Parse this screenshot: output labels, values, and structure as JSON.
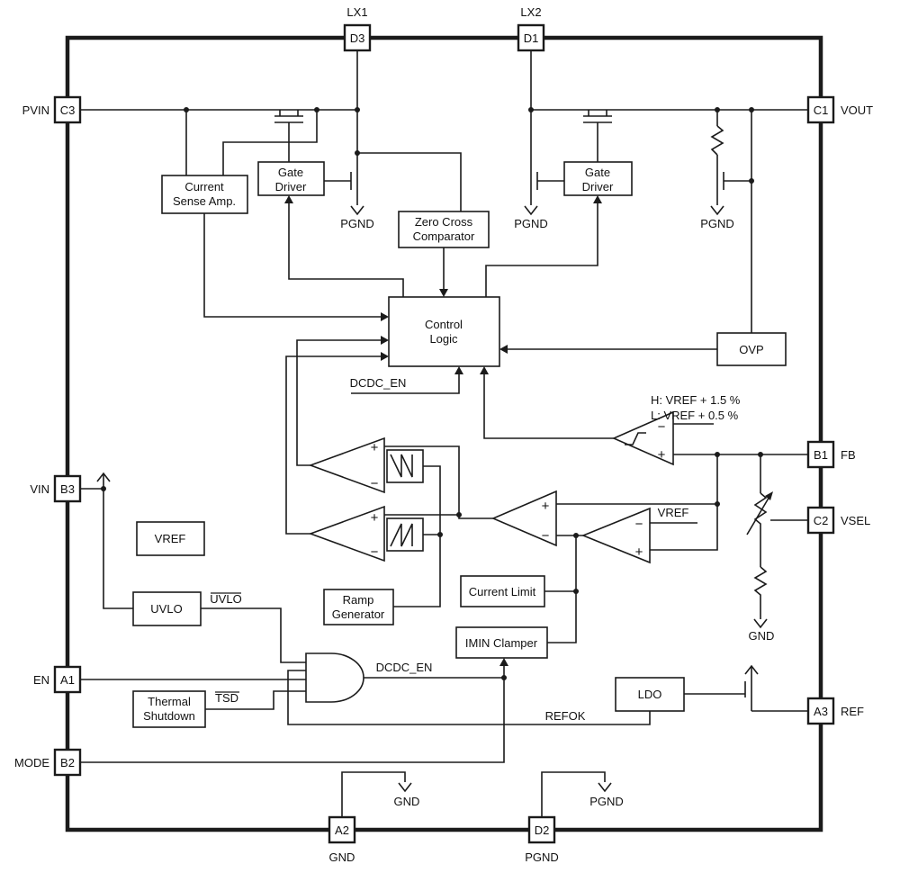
{
  "pins": {
    "d3": {
      "name": "D3",
      "label": "LX1"
    },
    "d1": {
      "name": "D1",
      "label": "LX2"
    },
    "c3": {
      "name": "C3",
      "label": "PVIN"
    },
    "b3": {
      "name": "B3",
      "label": "VIN"
    },
    "a1": {
      "name": "A1",
      "label": "EN"
    },
    "b2": {
      "name": "B2",
      "label": "MODE"
    },
    "c1": {
      "name": "C1",
      "label": "VOUT"
    },
    "b1": {
      "name": "B1",
      "label": "FB"
    },
    "c2": {
      "name": "C2",
      "label": "VSEL"
    },
    "a3": {
      "name": "A3",
      "label": "REF"
    },
    "a2": {
      "name": "A2",
      "label": "GND"
    },
    "d2": {
      "name": "D2",
      "label": "PGND"
    }
  },
  "blocks": {
    "csa": {
      "l1": "Current",
      "l2": "Sense Amp."
    },
    "gd1": {
      "l1": "Gate",
      "l2": "Driver"
    },
    "zcc": {
      "l1": "Zero Cross",
      "l2": "Comparator"
    },
    "gd2": {
      "l1": "Gate",
      "l2": "Driver"
    },
    "cl": {
      "l1": "Control",
      "l2": "Logic"
    },
    "ovp": {
      "l1": "OVP"
    },
    "vref": {
      "l1": "VREF"
    },
    "uvlo": {
      "l1": "UVLO"
    },
    "ramp": {
      "l1": "Ramp",
      "l2": "Generator"
    },
    "ilim": {
      "l1": "Current Limit"
    },
    "imin": {
      "l1": "IMIN Clamper"
    },
    "tsd": {
      "l1": "Thermal",
      "l2": "Shutdown"
    },
    "ldo": {
      "l1": "LDO"
    }
  },
  "nets": {
    "pgnd1": "PGND",
    "pgnd2": "PGND",
    "pgnd3": "PGND",
    "dcdc_en_cl": "DCDC_EN",
    "dcdc_en_and": "DCDC_EN",
    "hys_h": "H: VREF + 1.5 %",
    "hys_l": "L: VREF + 0.5 %",
    "vref_in": "VREF",
    "gnd_right": "GND",
    "uvlo_bar": "UVLO",
    "tsd_bar": "TSD",
    "refok": "REFOK",
    "gnd_mid": "GND",
    "pgnd_mid": "PGND"
  },
  "signs": {
    "plus": "+",
    "minus": "−"
  },
  "colors": {
    "line": "#1b1b1b",
    "background": "#ffffff"
  }
}
